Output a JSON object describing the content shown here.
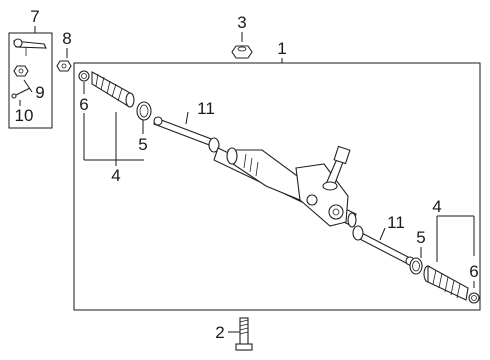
{
  "callouts": {
    "c1": "1",
    "c2": "2",
    "c3": "3",
    "c4a": "4",
    "c4b": "4",
    "c5a": "5",
    "c5b": "5",
    "c6a": "6",
    "c6b": "6",
    "c7": "7",
    "c8": "8",
    "c9": "9",
    "c10": "10",
    "c11a": "11",
    "c11b": "11"
  }
}
